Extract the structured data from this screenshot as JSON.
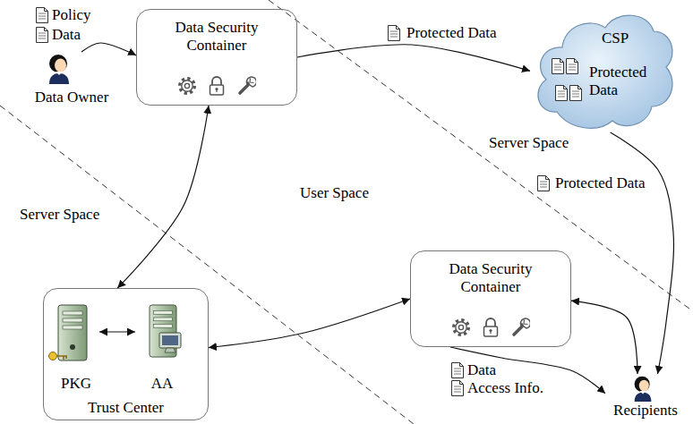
{
  "diagram": {
    "nodes": [
      {
        "text": [
          "Data Security Container"
        ]
      },
      {
        "text": [
          "Data Owner"
        ]
      },
      {
        "text": [
          "CSP",
          "Protected Data"
        ]
      },
      {
        "text": [
          "Data Security Container"
        ]
      },
      {
        "text": [
          "Trust Center"
        ]
      },
      {
        "text": [
          "PKG"
        ],
        "in": 4
      },
      {
        "text": [
          "AA"
        ],
        "in": 4
      },
      {
        "text": [
          "Recipients"
        ]
      }
    ],
    "edges": [
      {
        "from": 1,
        "to": 0,
        "arrow": "to"
      },
      {
        "from": 0,
        "to": 2,
        "label": "Protected Data",
        "arrow": "to"
      },
      {
        "from": 2,
        "to": 7,
        "label": "Protected Data",
        "arrow": "to"
      },
      {
        "from": 0,
        "to": 4,
        "arrow": "both"
      },
      {
        "from": 4,
        "to": 3,
        "arrow": "both"
      },
      {
        "from": 3,
        "to": 7,
        "arrow": "both"
      },
      {
        "from": 3,
        "to": 7,
        "arrow": "to"
      },
      {
        "from": 5,
        "to": 6,
        "arrow": "both"
      }
    ],
    "labels": [
      "Policy",
      "Data",
      "Server Space",
      "User Space",
      "Server Space",
      "Data",
      "Access Info."
    ]
  }
}
